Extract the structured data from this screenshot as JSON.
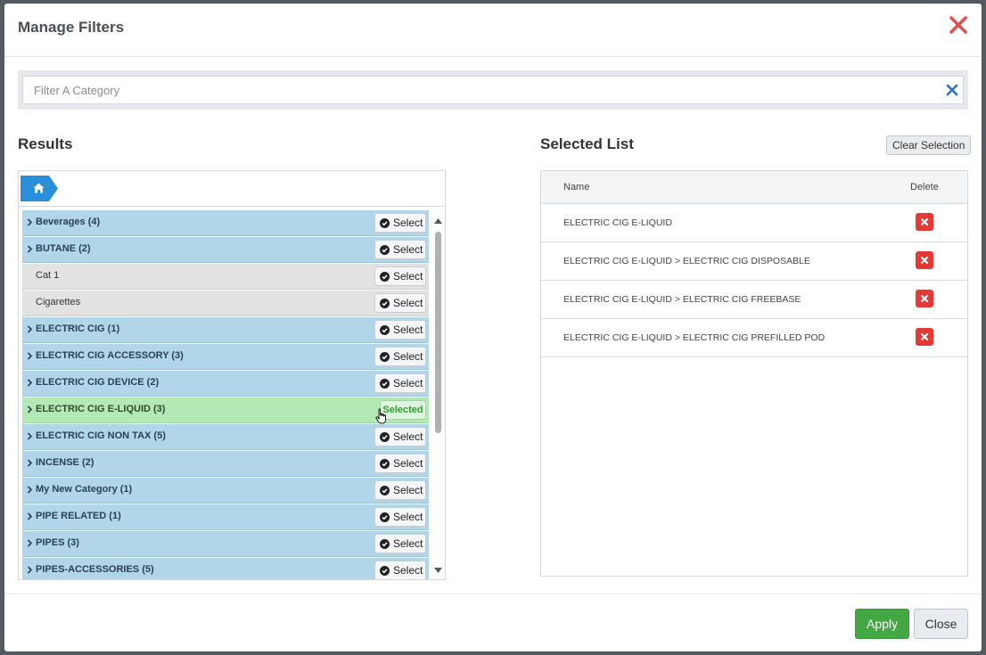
{
  "modal": {
    "title": "Manage Filters",
    "filter": {
      "placeholder": "Filter A Category",
      "value": ""
    }
  },
  "results": {
    "heading": "Results",
    "select_label": "Select",
    "selected_label": "Selected",
    "items": [
      {
        "label": "Beverages (4)",
        "state": "category"
      },
      {
        "label": "BUTANE (2)",
        "state": "category"
      },
      {
        "label": "Cat 1",
        "state": "plain"
      },
      {
        "label": "Cigarettes",
        "state": "plain"
      },
      {
        "label": "ELECTRIC CIG (1)",
        "state": "category"
      },
      {
        "label": "ELECTRIC CIG ACCESSORY (3)",
        "state": "category"
      },
      {
        "label": "ELECTRIC CIG DEVICE (2)",
        "state": "category"
      },
      {
        "label": "ELECTRIC CIG E-LIQUID (3)",
        "state": "selected"
      },
      {
        "label": "ELECTRIC CIG NON TAX (5)",
        "state": "category"
      },
      {
        "label": "INCENSE (2)",
        "state": "category"
      },
      {
        "label": "My New Category (1)",
        "state": "category"
      },
      {
        "label": "PIPE RELATED (1)",
        "state": "category"
      },
      {
        "label": "PIPES (3)",
        "state": "category"
      },
      {
        "label": "PIPES-ACCESSORIES (5)",
        "state": "category"
      }
    ]
  },
  "selected_list": {
    "heading": "Selected List",
    "clear_label": "Clear Selection",
    "col_name": "Name",
    "col_delete": "Delete",
    "rows": [
      "ELECTRIC CIG E-LIQUID",
      "ELECTRIC CIG E-LIQUID > ELECTRIC CIG DISPOSABLE",
      "ELECTRIC CIG E-LIQUID > ELECTRIC CIG FREEBASE",
      "ELECTRIC CIG E-LIQUID > ELECTRIC CIG PREFILLED POD"
    ]
  },
  "footer": {
    "apply_label": "Apply",
    "close_label": "Close"
  },
  "colors": {
    "accent_blue": "#2b8ed8",
    "category_row": "#b1d6ea",
    "selected_row": "#b4e8b4",
    "apply_green": "#43a843",
    "delete_red": "#e53935",
    "close_x_red": "#e05252"
  },
  "icons": {
    "close": "close-x-icon",
    "filter_clear": "clear-x-icon",
    "home": "home-icon",
    "chevron": "chevron-right-icon",
    "check": "check-circle-icon",
    "delete": "delete-x-icon",
    "cursor": "hand-pointer-icon"
  }
}
